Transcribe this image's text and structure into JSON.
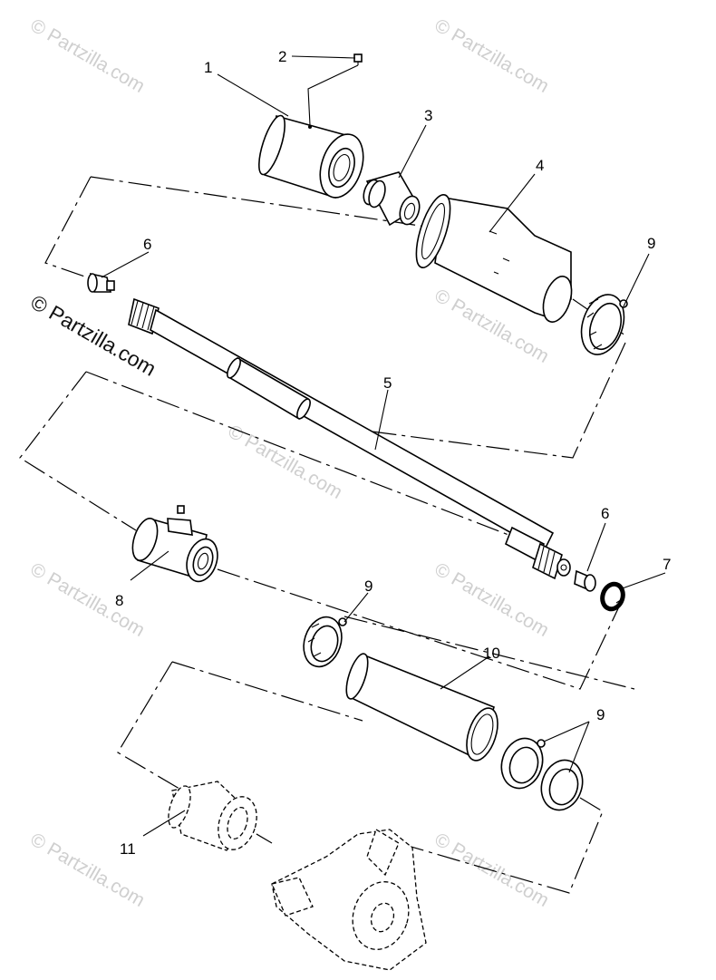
{
  "callouts": {
    "c1": "1",
    "c2": "2",
    "c3": "3",
    "c4": "4",
    "c5": "5",
    "c6a": "6",
    "c6b": "6",
    "c7": "7",
    "c8": "8",
    "c9a": "9",
    "c9b": "9",
    "c9c": "9",
    "c10": "10",
    "c11": "11"
  },
  "watermarks": {
    "w1": "© Partzilla.com",
    "w2": "© Partzilla.com",
    "w3": "© Partzilla.com",
    "w4": "© Partzilla.com",
    "w5": "© Partzilla.com",
    "w6": "© Partzilla.com",
    "w7": "© Partzilla.com",
    "w8": "© Partzilla.com"
  },
  "main_watermark": "© Partzilla.com",
  "colors": {
    "line": "#000000",
    "watermark": "#cfcfcf",
    "background": "#ffffff"
  }
}
